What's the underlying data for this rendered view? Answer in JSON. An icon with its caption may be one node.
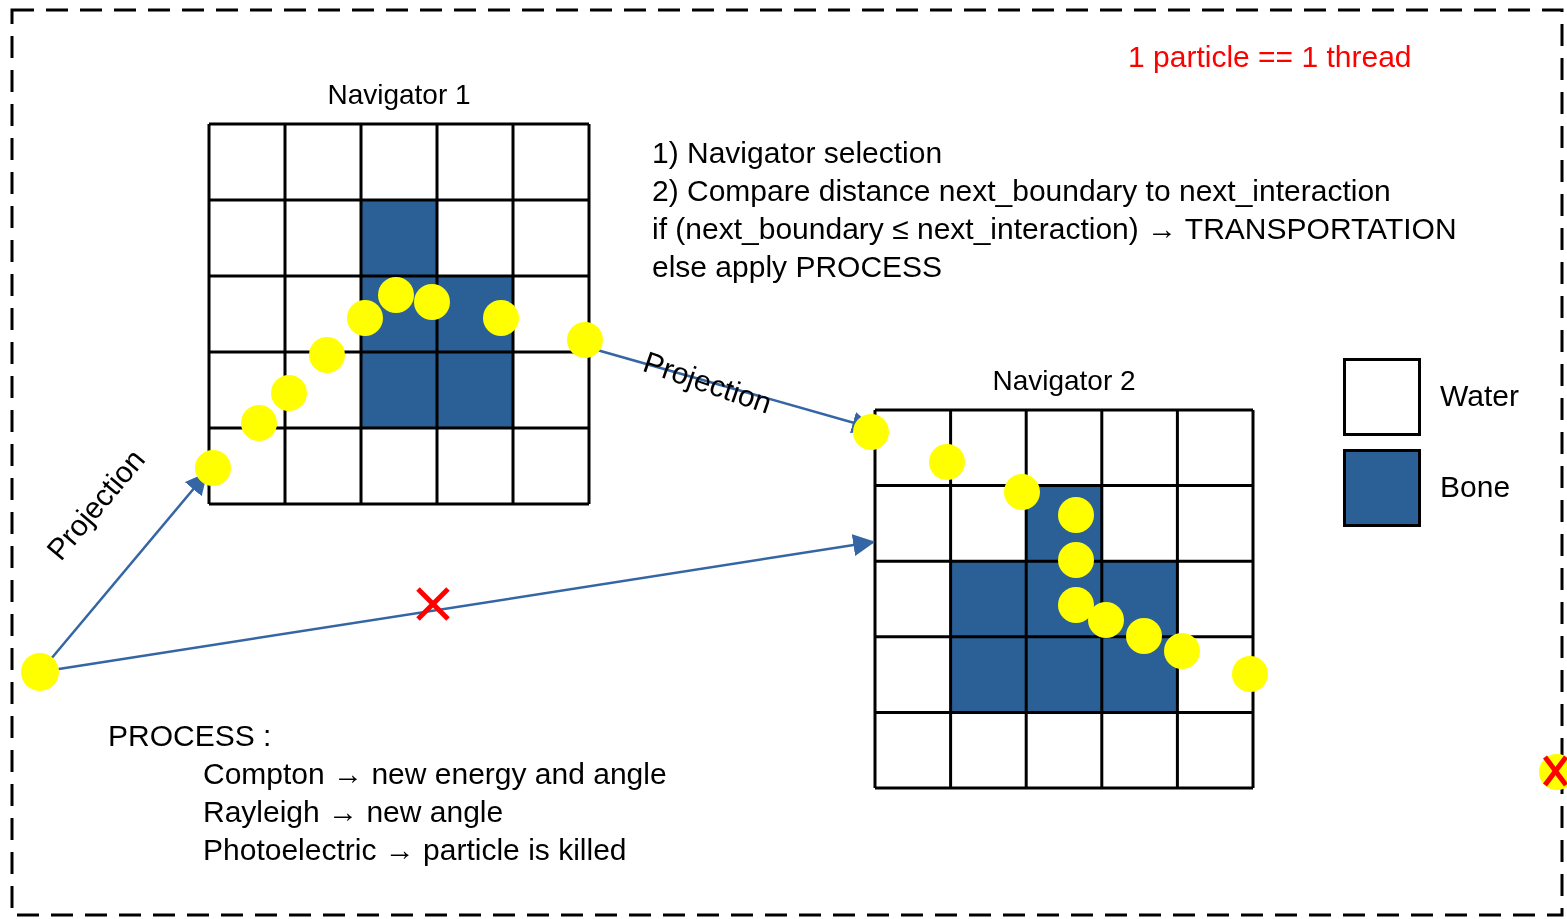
{
  "diagram": {
    "nodes": [
      {
        "text": [
          "Navigator 1"
        ]
      },
      {
        "text": [
          "Navigator 2"
        ]
      },
      {
        "text": [],
        "shape": "circle"
      }
    ],
    "edges": [
      {
        "from": 2,
        "to": 0,
        "arrow": "to",
        "label": "Projection"
      },
      {
        "from": 0,
        "to": 1,
        "arrow": "to",
        "label": "Projection"
      },
      {
        "from": 2,
        "to": 1,
        "arrow": "to"
      }
    ],
    "labels": [
      "1 particle == 1 thread",
      "1)  Navigator selection",
      "2)  Compare distance next_boundary to next_interaction",
      "if (next_boundary ≤ next_interaction) → TRANSPORTATION",
      "else apply PROCESS",
      "PROCESS :",
      "Compton → new energy and angle",
      "Rayleigh → new angle",
      "Photoelectric → particle is killed"
    ],
    "legend": [
      {
        "text": "Water",
        "color": "#ffffff"
      },
      {
        "text": "Bone",
        "color": "#2b6096"
      }
    ]
  }
}
